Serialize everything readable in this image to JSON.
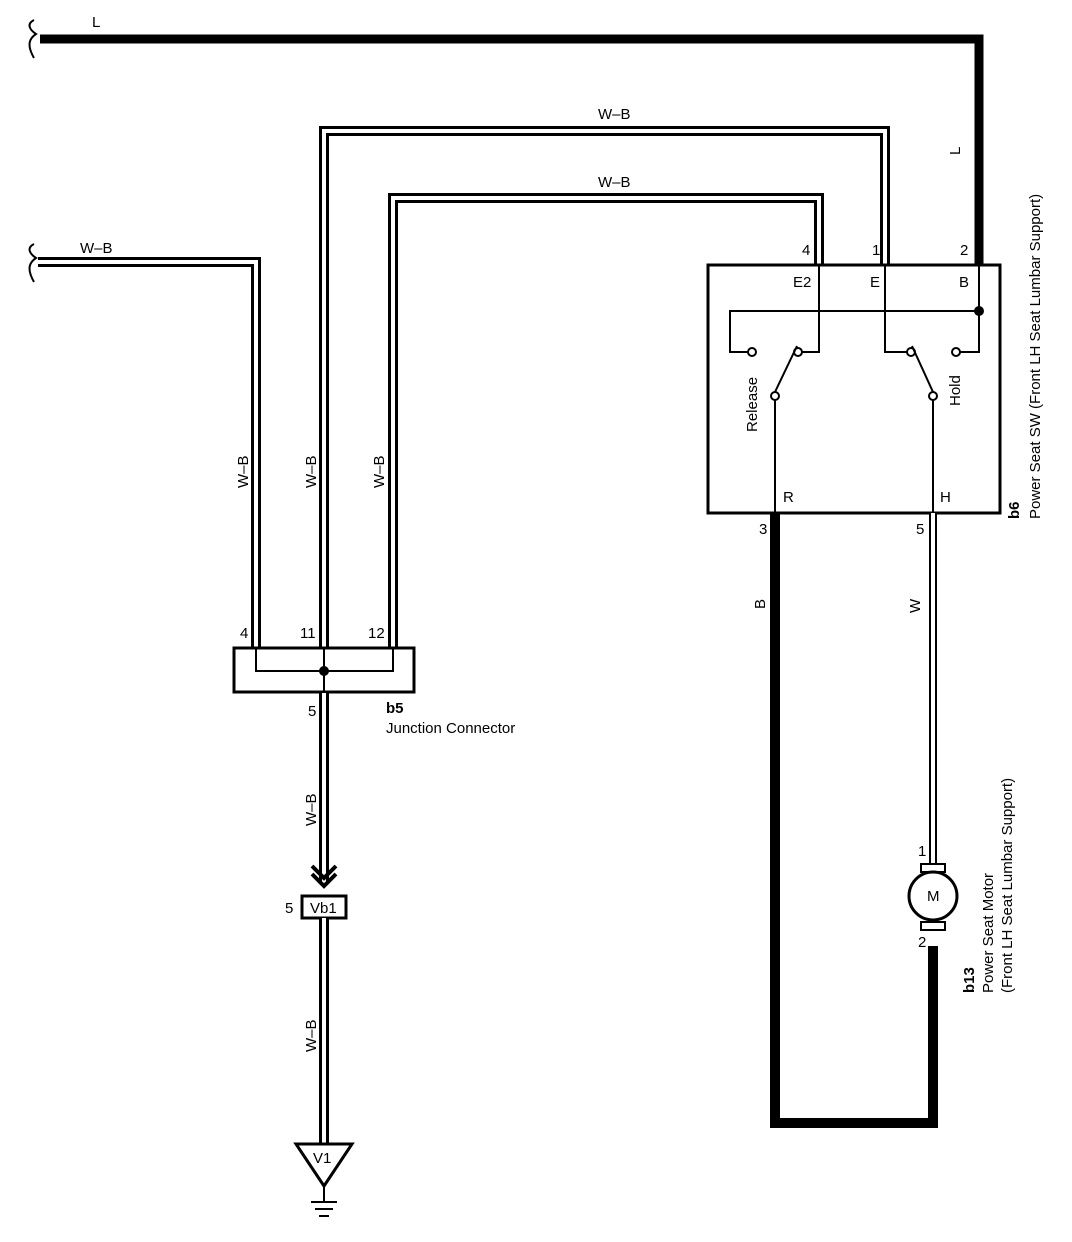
{
  "wires": {
    "w_l_top": "L",
    "w_l_right": "L",
    "w_wb_outer_top": "W–B",
    "w_wb_inner_top": "W–B",
    "w_wb_left_top": "W–B",
    "w_wb_left_vert": "W–B",
    "w_wb_mid_vert": "W–B",
    "w_wb_right_vert": "W–B",
    "w_wb_down_1": "W–B",
    "w_wb_down_2": "W–B",
    "w_b": "B",
    "w_w": "W"
  },
  "switch": {
    "code": "b6",
    "name": "Power Seat SW (Front LH Seat Lumbar Support)",
    "pin_e2": "4",
    "pin_e": "1",
    "pin_b": "2",
    "pin_r": "3",
    "pin_h": "5",
    "term_e2": "E2",
    "term_e": "E",
    "term_b": "B",
    "term_r": "R",
    "term_h": "H",
    "release": "Release",
    "hold": "Hold"
  },
  "junction": {
    "code": "b5",
    "name": "Junction Connector",
    "pin_4": "4",
    "pin_11": "11",
    "pin_12": "12",
    "pin_5": "5"
  },
  "connector_vb1": {
    "label": "Vb1",
    "pin": "5"
  },
  "ground": {
    "label": "V1"
  },
  "motor": {
    "code": "b13",
    "name": "Power Seat Motor",
    "sub": "(Front LH Seat Lumbar Support)",
    "symbol": "M",
    "pin_1": "1",
    "pin_2": "2"
  }
}
